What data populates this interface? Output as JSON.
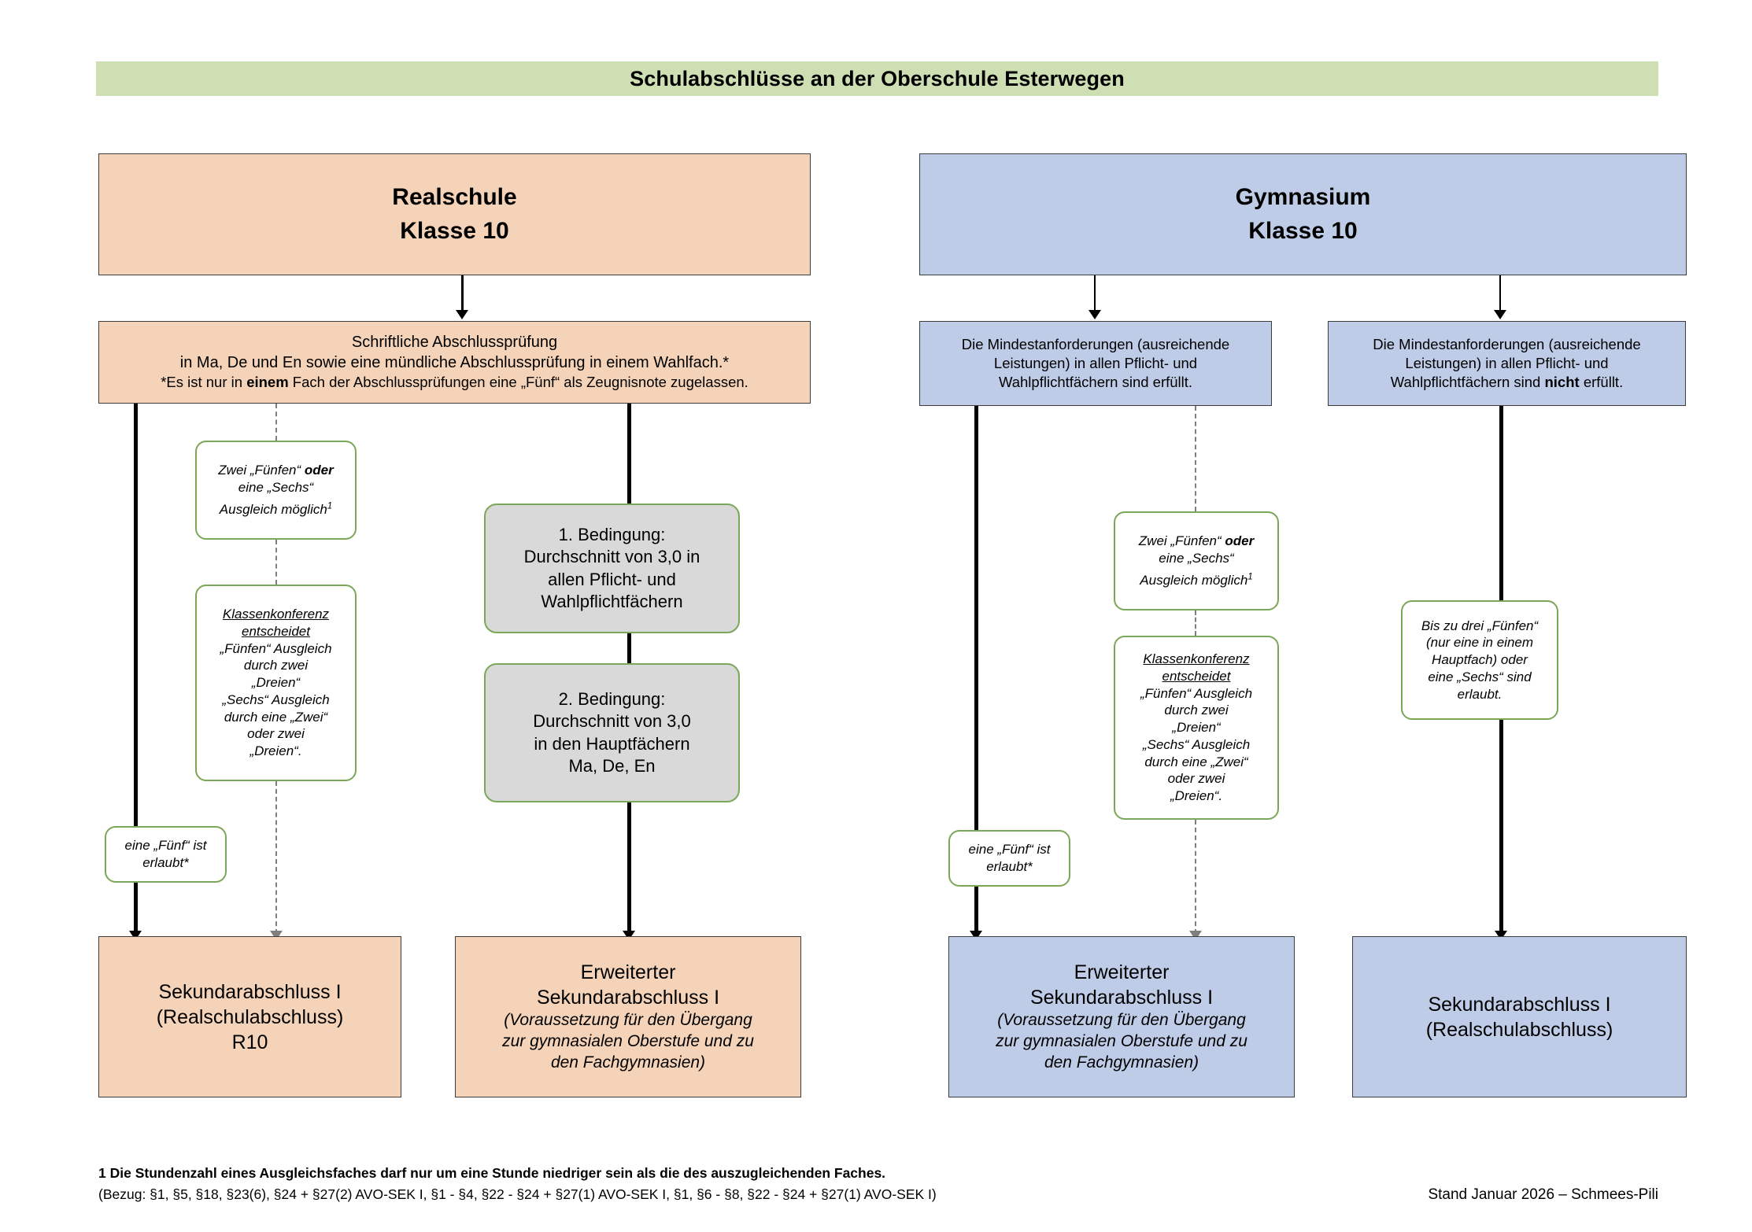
{
  "title": "Schulabschlüsse an der Oberschule Esterwegen",
  "colors": {
    "banner": "#cddfb3",
    "realschule": "#f4d3b9",
    "gymnasium": "#bfcce8",
    "condition_box": "#d9d9d9",
    "green_border": "#7ba758"
  },
  "realschule": {
    "header_line1": "Realschule",
    "header_line2": "Klasse 10",
    "exam_box": {
      "line1": "Schriftliche Abschlussprüfung",
      "line2_a": "in Ma, De und En sowie eine mündliche Abschlussprüfung in  einem Wahlfach.*",
      "line3_a": "*Es ist nur in ",
      "line3_b": "einem",
      "line3_c": " Fach der Abschlussprüfungen eine „Fünf“ als Zeugnisnote zugelassen."
    },
    "note_two_fives": {
      "l1_a": "Zwei „Fünfen“ ",
      "l1_b": "oder",
      "l2": "eine „Sechs“",
      "l3": "Ausgleich möglich",
      "l3_sup": "1"
    },
    "klassenkonferenz": {
      "title_l1": "Klassenkonferenz",
      "title_l2": "entscheidet",
      "l3": "„Fünfen“ Ausgleich",
      "l4": "durch zwei",
      "l5": "„Dreien“",
      "l6": "„Sechs“ Ausgleich",
      "l7": "durch eine „Zwei“",
      "l8": "oder zwei",
      "l9": "„Dreien“."
    },
    "one_five_allowed": {
      "l1": "eine „Fünf“ ist",
      "l2": "erlaubt*"
    },
    "condition1": {
      "l1": "1. Bedingung:",
      "l2": "Durchschnitt von 3,0 in",
      "l3": "allen Pflicht- und",
      "l4": "Wahlpflichtfächern"
    },
    "condition2": {
      "l1": "2. Bedingung:",
      "l2": "Durchschnitt von 3,0",
      "l3": "in den Hauptfächern",
      "l4": "Ma, De, En"
    },
    "result_left": {
      "l1": "Sekundarabschluss I",
      "l2": "(Realschulabschluss)",
      "l3": "R10"
    },
    "result_right": {
      "l1": "Erweiterter",
      "l2": "Sekundarabschluss I",
      "l3": "(Voraussetzung für den Übergang",
      "l4": "zur gymnasialen Oberstufe und zu",
      "l5": "den Fachgymnasien)"
    }
  },
  "gymnasium": {
    "header_line1": "Gymnasium",
    "header_line2": "Klasse 10",
    "req_met": {
      "l1": "Die Mindestanforderungen (ausreichende",
      "l2": "Leistungen)  in allen Pflicht- und",
      "l3": "Wahlpflichtfächern sind erfüllt."
    },
    "req_not_met": {
      "l1": "Die Mindestanforderungen (ausreichende",
      "l2": "Leistungen) in allen Pflicht- und",
      "l3_a": "Wahlpflichtfächern sind ",
      "l3_b": "nicht",
      "l3_c": " erfüllt."
    },
    "note_two_fives": {
      "l1_a": "Zwei „Fünfen“ ",
      "l1_b": "oder",
      "l2": "eine „Sechs“",
      "l3": "Ausgleich möglich",
      "l3_sup": "1"
    },
    "klassenkonferenz": {
      "title_l1": "Klassenkonferenz",
      "title_l2": "entscheidet",
      "l3": "„Fünfen“ Ausgleich",
      "l4": "durch zwei",
      "l5": "„Dreien“",
      "l6": "„Sechs“ Ausgleich",
      "l7": "durch eine „Zwei“",
      "l8": "oder zwei",
      "l9": "„Dreien“."
    },
    "one_five_allowed": {
      "l1": "eine „Fünf“ ist",
      "l2": "erlaubt*"
    },
    "up_to_three_fives": {
      "l1": "Bis zu drei „Fünfen“",
      "l2": "(nur eine in einem",
      "l3": "Hauptfach) oder",
      "l4": "eine „Sechs“ sind",
      "l5": "erlaubt."
    },
    "result_left": {
      "l1": "Erweiterter",
      "l2": "Sekundarabschluss I",
      "l3": "(Voraussetzung für den Übergang",
      "l4": "zur gymnasialen Oberstufe und zu",
      "l5": "den Fachgymnasien)"
    },
    "result_right": {
      "l1": "Sekundarabschluss I",
      "l2": "(Realschulabschluss)"
    }
  },
  "footer": {
    "footnote_line1": "1 Die Stundenzahl eines Ausgleichsfaches darf nur um eine Stunde niedriger sein als die des auszugleichenden Faches.",
    "footnote_line2": "(Bezug: §1, §5, §18, §23(6), §24 + §27(2) AVO-SEK I, §1 - §4, §22 - §24 + §27(1) AVO-SEK I, §1, §6 - §8, §22 - §24 + §27(1) AVO-SEK I)",
    "stand": "Stand Januar 2026 – Schmees-Pili"
  }
}
